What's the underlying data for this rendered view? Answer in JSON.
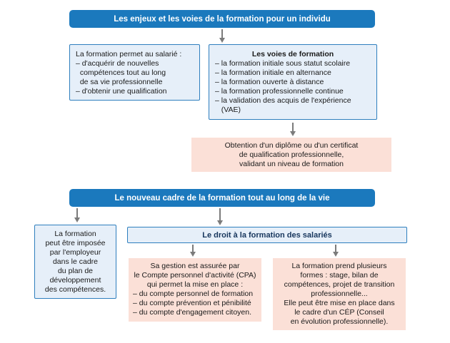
{
  "diagram": {
    "header1": "Les enjeux et les voies de la formation pour un individu",
    "header2": "Le nouveau cadre de la formation tout au long de la vie",
    "box_salarie": {
      "lines": [
        "La formation permet au salarié :",
        "– d'acquérir de nouvelles",
        "  compétences tout au long",
        "  de sa vie professionnelle",
        "– d'obtenir une qualification"
      ]
    },
    "box_voies": {
      "title": "Les voies de formation",
      "lines": [
        "– la formation initiale sous statut scolaire",
        "– la formation initiale en alternance",
        "– la formation ouverte à distance",
        "– la formation professionnelle continue",
        "– la validation des acquis de l'expérience",
        "   (VAE)"
      ]
    },
    "box_obtention": {
      "lines": [
        "Obtention d'un diplôme ou d'un certificat",
        "de qualification professionnelle,",
        "validant un niveau de formation"
      ]
    },
    "box_imposee": {
      "lines": [
        "La formation",
        "peut être imposée",
        "par l'employeur",
        "dans le cadre",
        "du plan de",
        "développement",
        "des compétences."
      ]
    },
    "bar_droit": "Le droit à la formation des salariés",
    "box_cpa": {
      "intro_lines": [
        "Sa gestion est assurée par",
        "le Compte personnel d'activité (CPA)",
        "qui permet la mise en place :"
      ],
      "bullet_lines": [
        "– du compte personnel de formation",
        "– du compte prévention et pénibilité",
        "– du compte d'engagement citoyen."
      ]
    },
    "box_formes": {
      "lines": [
        "La formation prend plusieurs",
        "formes : stage, bilan de",
        "compétences, projet de transition",
        "professionnelle...",
        "Elle peut être mise en place dans",
        "le cadre d'un CÉP (Conseil",
        "en évolution professionnelle)."
      ]
    },
    "colors": {
      "header_blue": "#1b79bd",
      "light_blue_fill": "#e6eff9",
      "blue_border": "#2e7fbe",
      "pink_fill": "#fbe0d7",
      "arrow_gray": "#7b7b7b",
      "bar_text": "#17365d"
    }
  }
}
